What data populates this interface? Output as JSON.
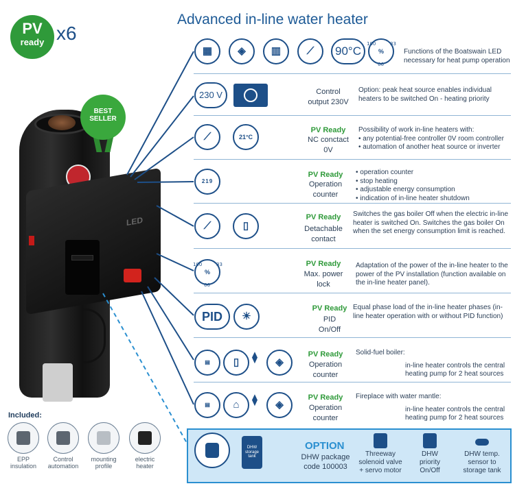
{
  "badge": {
    "pv": "PV",
    "ready": "ready",
    "multiplier": "x6"
  },
  "title": "Advanced in-line water heater",
  "product": {
    "led_label": "LED",
    "best_seller": "BEST\nSELLER"
  },
  "included": {
    "heading": "Included:",
    "items": [
      {
        "label": "EPP\ninsulation",
        "icon": "insulation-icon"
      },
      {
        "label": "Control\nautomation",
        "icon": "chip-icon"
      },
      {
        "label": "mounting\nprofile",
        "icon": "bracket-icon"
      },
      {
        "label": "electric\nheater",
        "icon": "heater-icon"
      }
    ]
  },
  "rows": [
    {
      "icons": [
        "chip-icon",
        "pump-icon",
        "fuse-icon",
        "switch-icon"
      ],
      "temp": "90°C",
      "gauge": {
        "pct": "%",
        "v100": "100",
        "v33": "33",
        "v66": "66"
      },
      "desc": "Functions of the Boatswain LED necessary for heat pump operation"
    },
    {
      "voltage": "230 V",
      "label": "Control\noutput 230V",
      "desc": "Option: peak heat source enables individual heaters to be switched On - heating priority"
    },
    {
      "pv": "PV Ready",
      "label": "NC conctact\n0V",
      "thermostat": "21°C",
      "desc_title": "Possibility of work in-line heaters with:",
      "bullets": [
        "any potential-free controller 0V room controller",
        "automation of another heat source or inverter"
      ]
    },
    {
      "pv": "PV Ready",
      "label": "Operation\ncounter",
      "counter": [
        "2",
        "1",
        "9"
      ],
      "bullets": [
        "operation counter",
        "stop heating",
        "adjustable energy consumption",
        "indication of in-line heater shutdown"
      ]
    },
    {
      "pv": "PV Ready",
      "label": "Detachable\ncontact",
      "desc": "Switches the gas boiler Off when the electric in-line heater is switched On. Switches the gas boiler On when the set energy consumption limit is reached."
    },
    {
      "pv": "PV Ready",
      "label": "Max. power\nlock",
      "gauge": {
        "pct": "%",
        "v100": "100",
        "v33": "33",
        "v66": "66"
      },
      "desc": "Adaptation of the power of the in-line heater to the power of the PV installation (function available on the in-line heater panel)."
    },
    {
      "pv": "PV Ready",
      "pid": "PID",
      "label": "PID\nOn/Off",
      "desc": "Equal phase load of the in-line heater phases (in-line heater operation with or without PID function)"
    },
    {
      "pv": "PV Ready",
      "label": "Operation\ncounter",
      "desc_title": "Solid-fuel boiler:",
      "desc": "in-line heater controls the central heating pump for 2 heat sources"
    },
    {
      "pv": "PV Ready",
      "label": "Operation\ncounter",
      "desc_title": "Fireplace with water mantle:",
      "desc": "in-line heater controls the central heating pump for 2 heat sources"
    }
  ],
  "option": {
    "title": "OPTION",
    "subtitle": "DHW package\ncode 100003",
    "tank_label": "DHW\nstorage\ntank",
    "items": [
      {
        "label": "Threeway\nsolenoid valve\n+ servo motor",
        "icon": "valve-icon"
      },
      {
        "label": "DHW\npriority\nOn/Off",
        "icon": "tap-icon"
      },
      {
        "label": "DHW temp.\nsensor to\nstorage tank",
        "icon": "sensor-icon"
      }
    ]
  },
  "colors": {
    "navy": "#1d4f88",
    "green": "#2f9a3a",
    "light_blue": "#cfe7f7",
    "accent_blue": "#2a8fd0"
  }
}
